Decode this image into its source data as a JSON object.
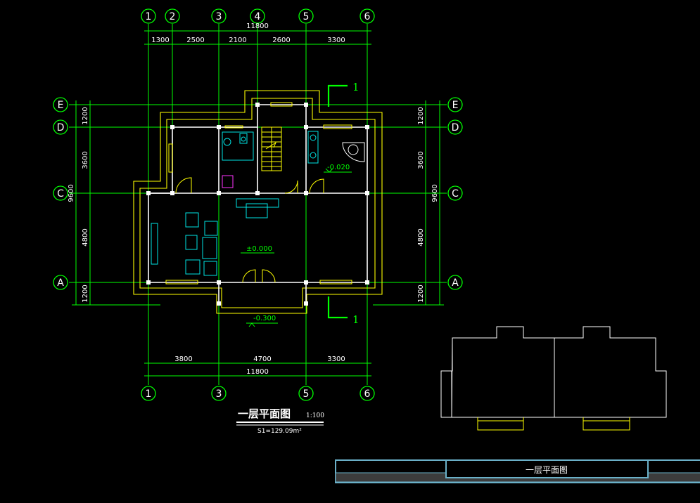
{
  "axes": {
    "vertical_top": [
      "1",
      "2",
      "3",
      "4",
      "5",
      "6"
    ],
    "vertical_bottom": [
      "1",
      "3",
      "5",
      "6"
    ],
    "horizontal_left": [
      "E",
      "D",
      "C",
      "A"
    ],
    "horizontal_right": [
      "E",
      "D",
      "C",
      "A"
    ]
  },
  "dimensions": {
    "top_overall": "11800",
    "top_segments": [
      "1300",
      "2500",
      "2100",
      "2600",
      "3300"
    ],
    "bottom_segments": [
      "3800",
      "4700",
      "3300"
    ],
    "bottom_overall": "11800",
    "left_overall": "9600",
    "left_segments": [
      "1200",
      "3600",
      "4800",
      "1200"
    ],
    "right_overall": "9600",
    "right_segments": [
      "1200",
      "3600",
      "4800",
      "1200"
    ]
  },
  "elevations": {
    "living": "±0.000",
    "kitchen": "-0.020",
    "porch": "-0.300"
  },
  "section_marks": [
    "1",
    "1"
  ],
  "drawing_title": "一层平面图",
  "drawing_scale": "1:100",
  "drawing_area": "S1=129.09m²",
  "title_block": {
    "sheet_name": "一层平面图"
  },
  "colors": {
    "axis": "#00ff00",
    "outline": "#ffff00",
    "wall": "#ffffff",
    "furniture": "#00e5e5",
    "title_block": "#6ab0c8",
    "background": "#000000"
  }
}
